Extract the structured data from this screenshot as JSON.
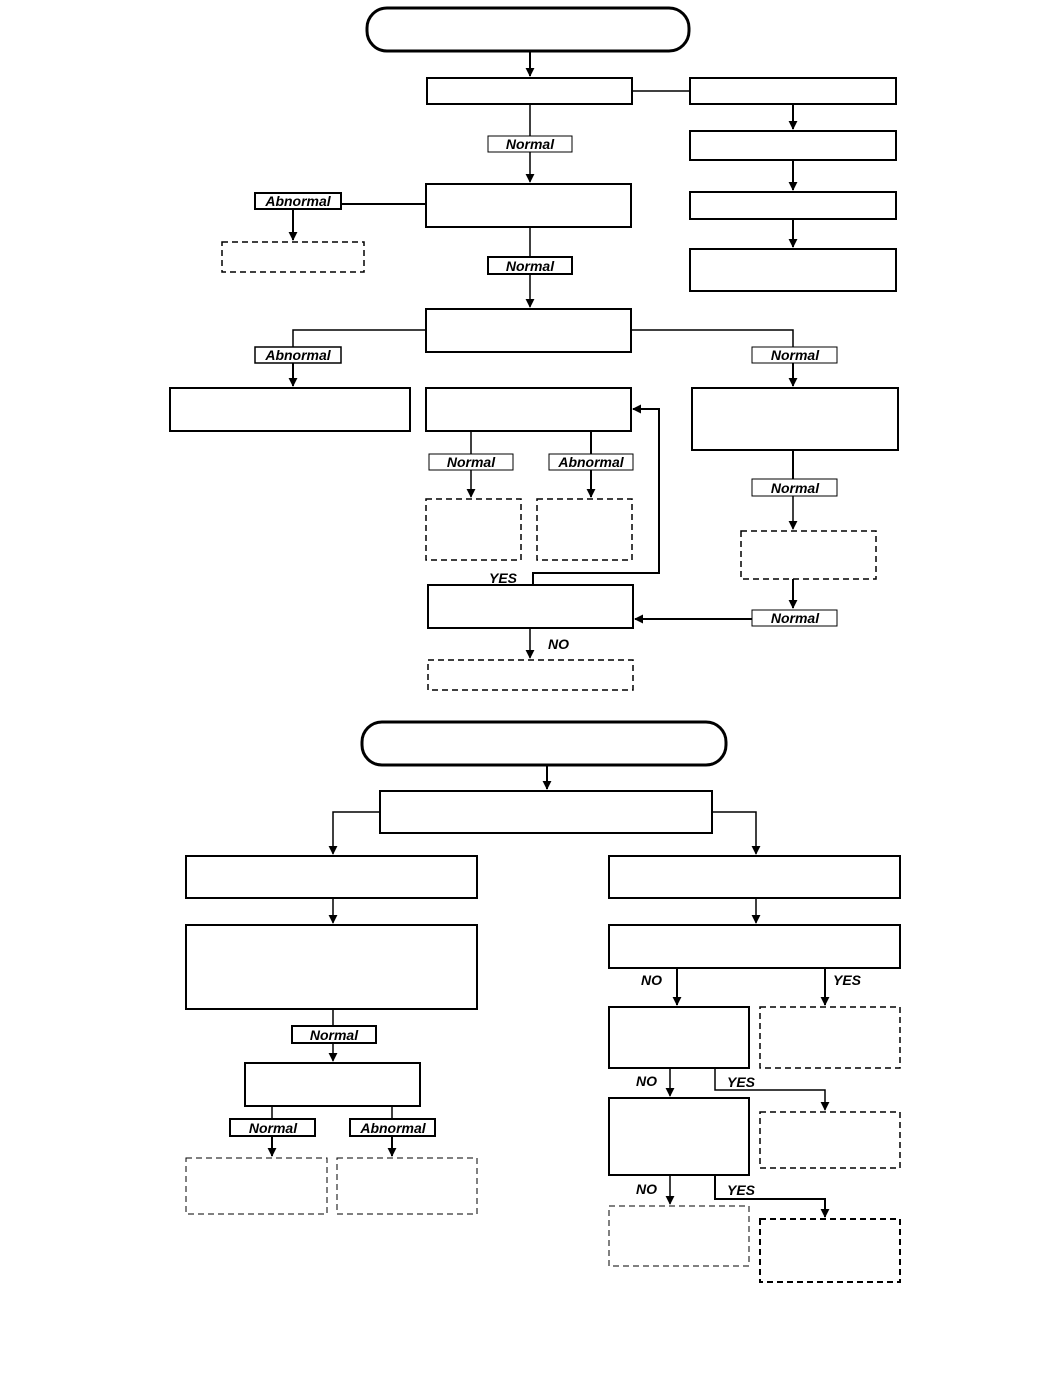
{
  "labels": {
    "normal": "Normal",
    "abnormal": "Abnormal",
    "yes": "YES",
    "no": "NO"
  },
  "colors": {
    "stroke": "#000000",
    "background": "#ffffff"
  }
}
